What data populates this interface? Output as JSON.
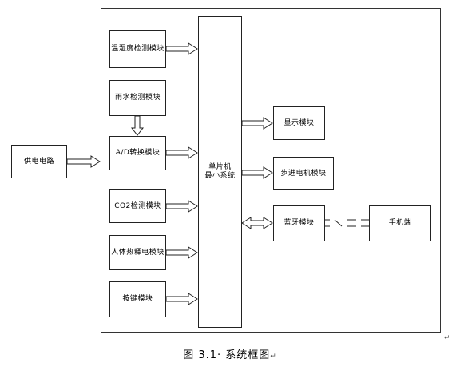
{
  "diagram": {
    "power": "供电电路",
    "temp_humidity": "温湿度检测模块",
    "rain": "雨水检测模块",
    "ad": "A/D转换模块",
    "co2": "CO2检测模块",
    "pir": "人体热释电模块",
    "keys": "按键模块",
    "mcu_line1": "单片机",
    "mcu_line2": "最小系统",
    "display": "显示模块",
    "stepper": "步进电机模块",
    "bluetooth": "蓝牙模块",
    "phone": "手机端"
  },
  "caption": "图 3.1· 系统框图",
  "paragraph_mark": "↵"
}
